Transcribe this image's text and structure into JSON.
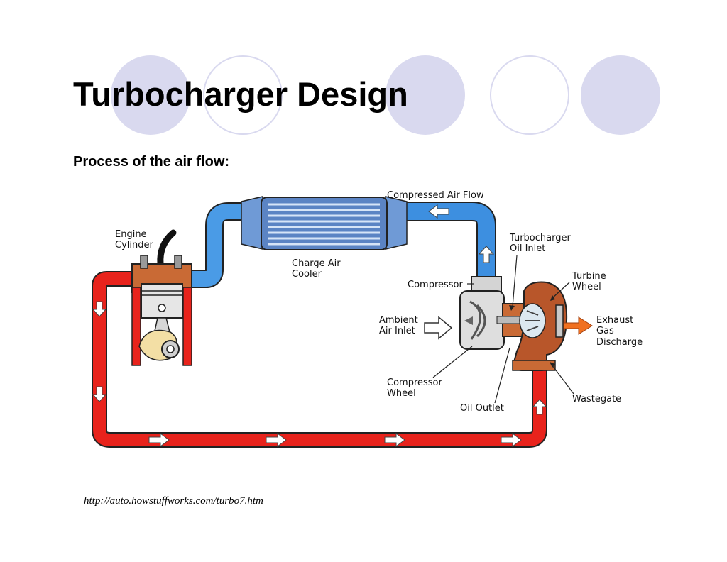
{
  "title": "Turbocharger Design",
  "subtitle": "Process of the air flow:",
  "source": "http://auto.howstuffworks.com/turbo7.htm",
  "colors": {
    "exhaust": "#e8231c",
    "compressed_air": "#3d8fe0",
    "cooler": "#5b84c4",
    "turbine": "#b8562a",
    "arrow_orange": "#f07020",
    "deco": "#d9d9ef"
  },
  "diagram": {
    "labels": {
      "engine_cylinder": [
        "Engine",
        "Cylinder"
      ],
      "charge_air_cooler": [
        "Charge Air",
        "Cooler"
      ],
      "compressed_air_flow": "Compressed Air Flow",
      "turbo_oil_inlet": [
        "Turbocharger",
        "Oil Inlet"
      ],
      "turbine_wheel": [
        "Turbine",
        "Wheel"
      ],
      "compressor": "Compressor",
      "ambient_air_inlet": [
        "Ambient",
        "Air Inlet"
      ],
      "exhaust_gas_discharge": [
        "Exhaust",
        "Gas",
        "Discharge"
      ],
      "compressor_wheel": [
        "Compressor",
        "Wheel"
      ],
      "oil_outlet": "Oil Outlet",
      "wastegate": "Wastegate"
    }
  }
}
